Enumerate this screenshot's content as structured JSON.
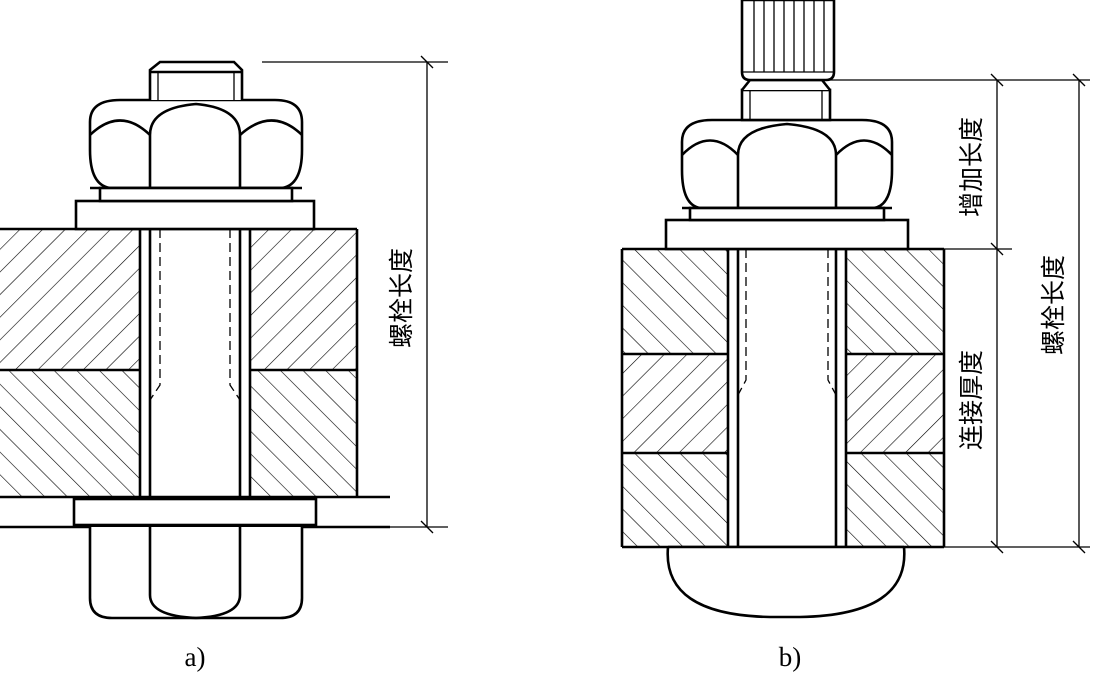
{
  "figure_a": {
    "caption": "a)",
    "dimension_label": "螺栓长度"
  },
  "figure_b": {
    "caption": "b)",
    "label_added_length": "增加长度",
    "label_connection_thickness": "连接厚度",
    "label_bolt_length": "螺栓长度"
  }
}
